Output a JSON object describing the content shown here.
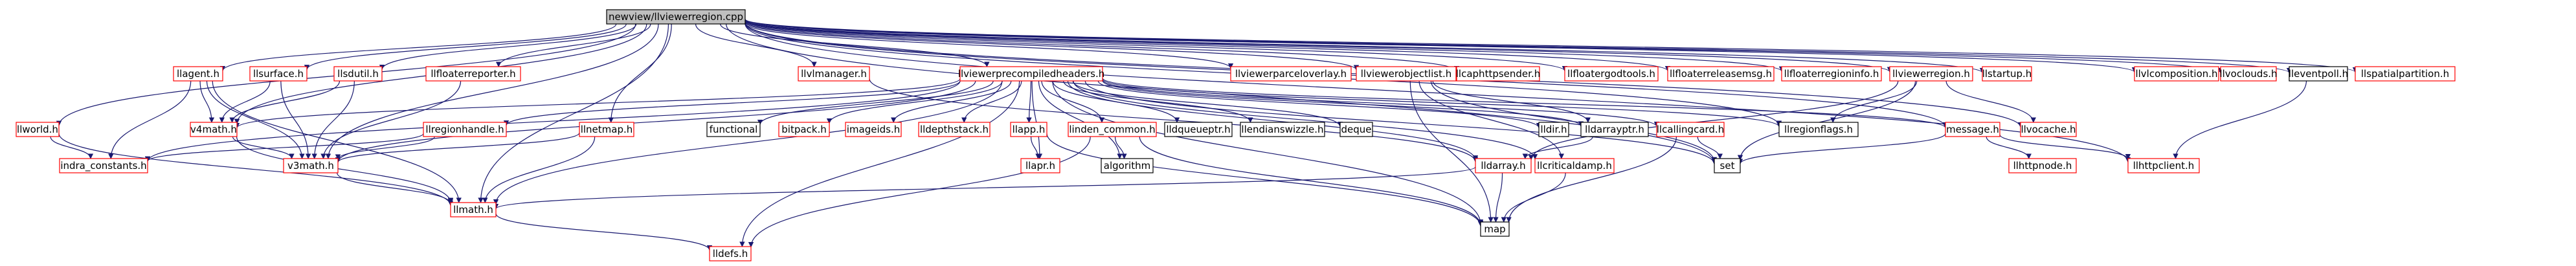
{
  "palette": {
    "edge": "#191970",
    "node_ref": "#ff0000",
    "node_plain": "#000000",
    "root_fill": "#bfbfbf",
    "text": "#000000"
  },
  "graph": {
    "root": "newview/llviewerregion.cpp",
    "nodes": [
      {
        "id": "root",
        "label": "newview/llviewerregion.cpp",
        "style": "root"
      },
      {
        "id": "llagent",
        "label": "llagent.h",
        "style": "ref"
      },
      {
        "id": "llsurface",
        "label": "llsurface.h",
        "style": "ref"
      },
      {
        "id": "llsdutil",
        "label": "llsdutil.h",
        "style": "ref"
      },
      {
        "id": "llfloaterreporter",
        "label": "llfloaterreporter.h",
        "style": "ref"
      },
      {
        "id": "llvlmanager",
        "label": "llvlmanager.h",
        "style": "ref"
      },
      {
        "id": "llviewerprecompiled",
        "label": "llviewerprecompiledheaders.h",
        "style": "ref"
      },
      {
        "id": "llviewerparceloverlay",
        "label": "llviewerparceloverlay.h",
        "style": "ref"
      },
      {
        "id": "llviewerobjectlist",
        "label": "llviewerobjectlist.h",
        "style": "ref"
      },
      {
        "id": "llcaphttpsender",
        "label": "llcaphttpsender.h",
        "style": "ref"
      },
      {
        "id": "llfloatergodtools",
        "label": "llfloatergodtools.h",
        "style": "ref"
      },
      {
        "id": "llfloaterreleasemsg",
        "label": "llfloaterreleasemsg.h",
        "style": "ref"
      },
      {
        "id": "llfloaterregioninfo",
        "label": "llfloaterregioninfo.h",
        "style": "ref"
      },
      {
        "id": "llviewerregion",
        "label": "llviewerregion.h",
        "style": "ref"
      },
      {
        "id": "llstartup",
        "label": "llstartup.h",
        "style": "ref"
      },
      {
        "id": "llvlcomposition",
        "label": "llvlcomposition.h",
        "style": "ref"
      },
      {
        "id": "llvoclouds",
        "label": "llvoclouds.h",
        "style": "ref"
      },
      {
        "id": "lleventpoll",
        "label": "lleventpoll.h",
        "style": "plain"
      },
      {
        "id": "llspatialpartition",
        "label": "llspatialpartition.h",
        "style": "ref"
      },
      {
        "id": "llworld",
        "label": "llworld.h",
        "style": "ref"
      },
      {
        "id": "v4math",
        "label": "v4math.h",
        "style": "ref"
      },
      {
        "id": "llregionhandle",
        "label": "llregionhandle.h",
        "style": "ref"
      },
      {
        "id": "llnetmap",
        "label": "llnetmap.h",
        "style": "ref"
      },
      {
        "id": "functional",
        "label": "functional",
        "style": "plain"
      },
      {
        "id": "bitpack",
        "label": "bitpack.h",
        "style": "ref"
      },
      {
        "id": "imageids",
        "label": "imageids.h",
        "style": "ref"
      },
      {
        "id": "lldepthstack",
        "label": "lldepthstack.h",
        "style": "ref"
      },
      {
        "id": "llapp",
        "label": "llapp.h",
        "style": "ref"
      },
      {
        "id": "lindencommon",
        "label": "linden_common.h",
        "style": "ref"
      },
      {
        "id": "lldqueueptr",
        "label": "lldqueueptr.h",
        "style": "plain"
      },
      {
        "id": "llendianswizzle",
        "label": "llendianswizzle.h",
        "style": "plain"
      },
      {
        "id": "deque",
        "label": "deque",
        "style": "plain"
      },
      {
        "id": "lldir",
        "label": "lldir.h",
        "style": "plain"
      },
      {
        "id": "lldarrayptr",
        "label": "lldarrayptr.h",
        "style": "plain"
      },
      {
        "id": "llcallingcard",
        "label": "llcallingcard.h",
        "style": "ref"
      },
      {
        "id": "llregionflags",
        "label": "llregionflags.h",
        "style": "plain"
      },
      {
        "id": "message",
        "label": "message.h",
        "style": "ref"
      },
      {
        "id": "llvocache",
        "label": "llvocache.h",
        "style": "ref"
      },
      {
        "id": "indraconstants",
        "label": "indra_constants.h",
        "style": "ref"
      },
      {
        "id": "v3math",
        "label": "v3math.h",
        "style": "ref"
      },
      {
        "id": "llapr",
        "label": "llapr.h",
        "style": "ref"
      },
      {
        "id": "algorithm",
        "label": "algorithm",
        "style": "plain"
      },
      {
        "id": "lldarray",
        "label": "lldarray.h",
        "style": "ref"
      },
      {
        "id": "llcriticaldamp",
        "label": "llcriticaldamp.h",
        "style": "ref"
      },
      {
        "id": "set",
        "label": "set",
        "style": "plain"
      },
      {
        "id": "llhttpnode",
        "label": "llhttpnode.h",
        "style": "ref"
      },
      {
        "id": "llhttpclient",
        "label": "llhttpclient.h",
        "style": "ref"
      },
      {
        "id": "llmath",
        "label": "llmath.h",
        "style": "ref"
      },
      {
        "id": "map",
        "label": "map",
        "style": "plain"
      },
      {
        "id": "lldefs",
        "label": "lldefs.h",
        "style": "ref"
      }
    ],
    "edges": [
      [
        "root",
        "llagent"
      ],
      [
        "root",
        "llsurface"
      ],
      [
        "root",
        "llsdutil"
      ],
      [
        "root",
        "llfloaterreporter"
      ],
      [
        "root",
        "llvlmanager"
      ],
      [
        "root",
        "llviewerprecompiled"
      ],
      [
        "root",
        "llviewerparceloverlay"
      ],
      [
        "root",
        "llviewerobjectlist"
      ],
      [
        "root",
        "llcaphttpsender"
      ],
      [
        "root",
        "llfloatergodtools"
      ],
      [
        "root",
        "llfloaterreleasemsg"
      ],
      [
        "root",
        "llfloaterregioninfo"
      ],
      [
        "root",
        "llviewerregion"
      ],
      [
        "root",
        "llstartup"
      ],
      [
        "root",
        "llvlcomposition"
      ],
      [
        "root",
        "llvoclouds"
      ],
      [
        "root",
        "lleventpoll"
      ],
      [
        "root",
        "llspatialpartition"
      ],
      [
        "root",
        "llworld"
      ],
      [
        "root",
        "llnetmap"
      ],
      [
        "root",
        "llregionflags"
      ],
      [
        "root",
        "message"
      ],
      [
        "root",
        "llvocache"
      ],
      [
        "root",
        "llhttpclient"
      ],
      [
        "root",
        "v4math"
      ],
      [
        "root",
        "v3math"
      ],
      [
        "root",
        "llmath"
      ],
      [
        "root",
        "set"
      ],
      [
        "llagent",
        "v4math"
      ],
      [
        "llagent",
        "indraconstants"
      ],
      [
        "llagent",
        "v3math"
      ],
      [
        "llagent",
        "llmath"
      ],
      [
        "llsurface",
        "v4math"
      ],
      [
        "llsurface",
        "v3math"
      ],
      [
        "llsdutil",
        "v4math"
      ],
      [
        "llsdutil",
        "v3math"
      ],
      [
        "llfloaterreporter",
        "v3math"
      ],
      [
        "llvlmanager",
        "lldarray"
      ],
      [
        "llviewerprecompiled",
        "v4math"
      ],
      [
        "llviewerprecompiled",
        "llregionhandle"
      ],
      [
        "llviewerprecompiled",
        "functional"
      ],
      [
        "llviewerprecompiled",
        "bitpack"
      ],
      [
        "llviewerprecompiled",
        "imageids"
      ],
      [
        "llviewerprecompiled",
        "lldepthstack"
      ],
      [
        "llviewerprecompiled",
        "llapp"
      ],
      [
        "llviewerprecompiled",
        "lindencommon"
      ],
      [
        "llviewerprecompiled",
        "lldqueueptr"
      ],
      [
        "llviewerprecompiled",
        "llendianswizzle"
      ],
      [
        "llviewerprecompiled",
        "deque"
      ],
      [
        "llviewerprecompiled",
        "lldir"
      ],
      [
        "llviewerprecompiled",
        "lldarrayptr"
      ],
      [
        "llviewerprecompiled",
        "llcallingcard"
      ],
      [
        "llviewerprecompiled",
        "llapr"
      ],
      [
        "llviewerprecompiled",
        "algorithm"
      ],
      [
        "llviewerprecompiled",
        "lldarray"
      ],
      [
        "llviewerprecompiled",
        "llcriticaldamp"
      ],
      [
        "llviewerprecompiled",
        "set"
      ],
      [
        "llviewerprecompiled",
        "message"
      ],
      [
        "llviewerprecompiled",
        "llmath"
      ],
      [
        "llviewerprecompiled",
        "lldefs"
      ],
      [
        "llviewerprecompiled",
        "indraconstants"
      ],
      [
        "llviewerprecompiled",
        "v3math"
      ],
      [
        "llviewerprecompiled",
        "llregionflags"
      ],
      [
        "llviewerprecompiled",
        "map"
      ],
      [
        "llviewerobjectlist",
        "lldarrayptr"
      ],
      [
        "llviewerobjectlist",
        "llcriticaldamp"
      ],
      [
        "llviewerobjectlist",
        "map"
      ],
      [
        "llviewerobjectlist",
        "set"
      ],
      [
        "llviewerregion",
        "llregionflags"
      ],
      [
        "llviewerregion",
        "lldarray"
      ],
      [
        "llviewerregion",
        "llvocache"
      ],
      [
        "llviewerregion",
        "set"
      ],
      [
        "lleventpoll",
        "llhttpclient"
      ],
      [
        "llworld",
        "indraconstants"
      ],
      [
        "llworld",
        "llmath"
      ],
      [
        "v4math",
        "v3math"
      ],
      [
        "v4math",
        "llmath"
      ],
      [
        "llregionhandle",
        "indraconstants"
      ],
      [
        "llregionhandle",
        "v3math"
      ],
      [
        "llnetmap",
        "v3math"
      ],
      [
        "llnetmap",
        "llmath"
      ],
      [
        "llapp",
        "llapr"
      ],
      [
        "llapp",
        "map"
      ],
      [
        "lindencommon",
        "algorithm"
      ],
      [
        "lindencommon",
        "map"
      ],
      [
        "lindencommon",
        "lldefs"
      ],
      [
        "lldarrayptr",
        "lldarray"
      ],
      [
        "llcallingcard",
        "map"
      ],
      [
        "llcallingcard",
        "set"
      ],
      [
        "message",
        "set"
      ],
      [
        "message",
        "llhttpnode"
      ],
      [
        "message",
        "llhttpclient"
      ],
      [
        "v3math",
        "llmath"
      ],
      [
        "lldarray",
        "llmath"
      ],
      [
        "lldarray",
        "map"
      ],
      [
        "llcriticaldamp",
        "map"
      ],
      [
        "llmath",
        "lldefs"
      ]
    ]
  }
}
